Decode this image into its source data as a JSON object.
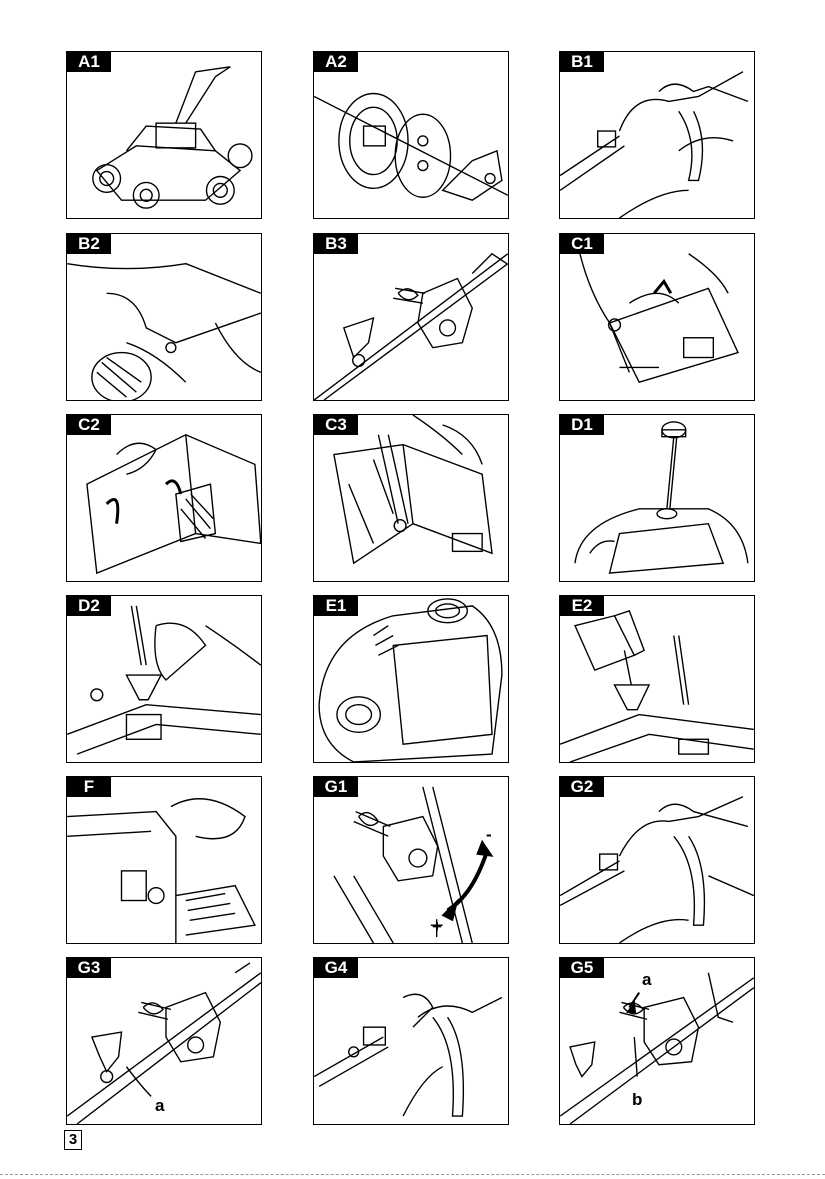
{
  "page": {
    "number": "3"
  },
  "panels": [
    {
      "label": "A1",
      "icon": "lawnmower-assembled-icon"
    },
    {
      "label": "A2",
      "icon": "handle-clamp-exploded-icon"
    },
    {
      "label": "B1",
      "icon": "hands-on-handle-icon"
    },
    {
      "label": "B2",
      "icon": "rear-flap-grassbag-icon"
    },
    {
      "label": "B3",
      "icon": "handle-clamp-knob-icon"
    },
    {
      "label": "C1",
      "icon": "fitting-grassbag-icon"
    },
    {
      "label": "C2",
      "icon": "grassbag-frame-icon"
    },
    {
      "label": "C3",
      "icon": "grassbag-attached-icon"
    },
    {
      "label": "D1",
      "icon": "oil-dipstick-icon"
    },
    {
      "label": "D2",
      "icon": "filling-oil-funnel-icon"
    },
    {
      "label": "E1",
      "icon": "fuel-cap-top-view-icon"
    },
    {
      "label": "E2",
      "icon": "filling-fuel-canister-icon"
    },
    {
      "label": "F",
      "icon": "spark-plug-engine-icon"
    },
    {
      "label": "G1",
      "icon": "cable-adjuster-rotate-icon",
      "callouts": [
        "-",
        "+"
      ]
    },
    {
      "label": "G2",
      "icon": "hands-on-handle-adjust-icon"
    },
    {
      "label": "G3",
      "icon": "handle-clamp-cable-icon",
      "callouts": [
        "a"
      ]
    },
    {
      "label": "G4",
      "icon": "hand-adjust-clamp-icon"
    },
    {
      "label": "G5",
      "icon": "spring-adjuster-icon",
      "callouts": [
        "a",
        "b"
      ]
    }
  ]
}
